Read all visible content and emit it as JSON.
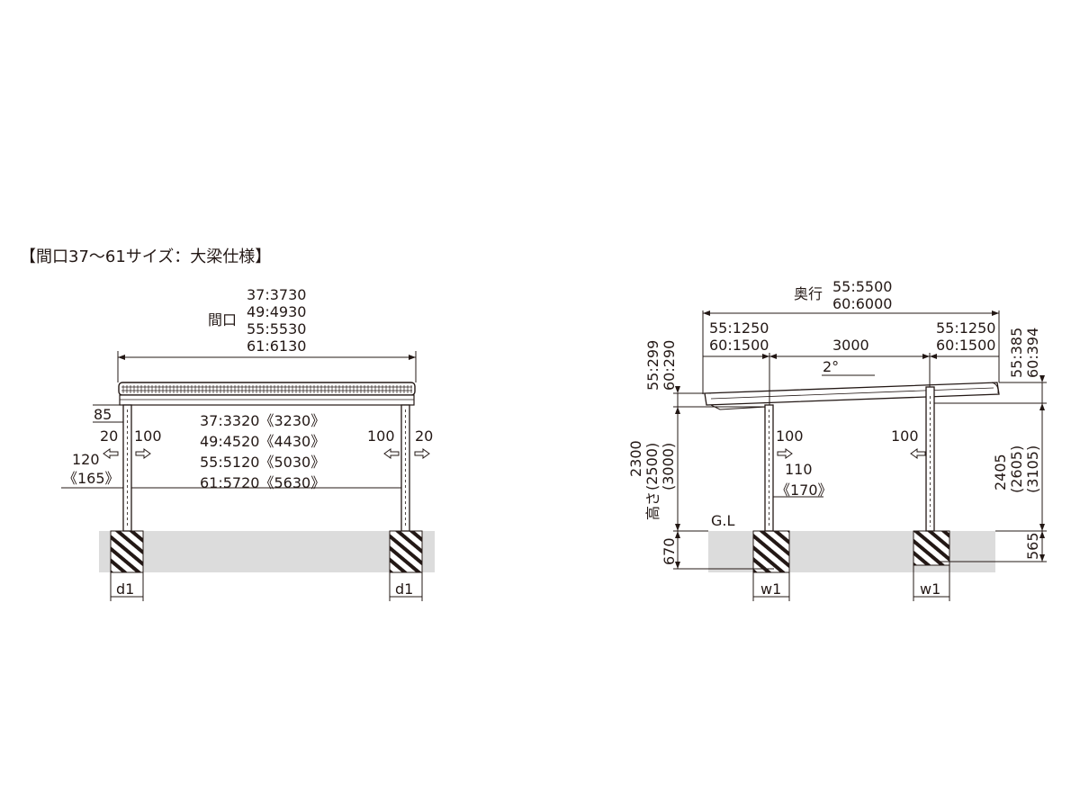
{
  "title": "【間口37〜61サイズ：大梁仕様】",
  "front": {
    "width_label": "間口",
    "width_values": [
      "37:3730",
      "49:4930",
      "55:5530",
      "61:6130"
    ],
    "inner_values": [
      "37:3320《3230》",
      "49:4520《4430》",
      "55:5120《5030》",
      "61:5720《5630》"
    ],
    "dim_85": "85",
    "dim_20_left": "20",
    "dim_100_left": "100",
    "dim_120": "120",
    "dim_165": "《165》",
    "dim_100_right": "100",
    "dim_20_right": "20",
    "foot_left": "d1",
    "foot_right": "d1"
  },
  "side": {
    "depth_label": "奥行",
    "depth_values": [
      "55:5500",
      "60:6000"
    ],
    "left_overhang": [
      "55:1250",
      "60:1500"
    ],
    "span": "3000",
    "right_overhang": [
      "55:1250",
      "60:1500"
    ],
    "slope": "2°",
    "left_top": [
      "55:299",
      "60:290"
    ],
    "right_top": [
      "55:385",
      "60:394"
    ],
    "height_label": "高さ",
    "height_values": [
      "2300",
      "(2500)",
      "(3000)"
    ],
    "right_height_values": [
      "2405",
      "(2605)",
      "(3105)"
    ],
    "dim_100_a": "100",
    "dim_110": "110",
    "dim_170": "《170》",
    "dim_100_b": "100",
    "gl": "G.L",
    "embed_left": "670",
    "embed_right": "565",
    "foot_left": "w1",
    "foot_right": "w1"
  },
  "colors": {
    "line": "#231815",
    "ground": "#dcdcdc"
  }
}
